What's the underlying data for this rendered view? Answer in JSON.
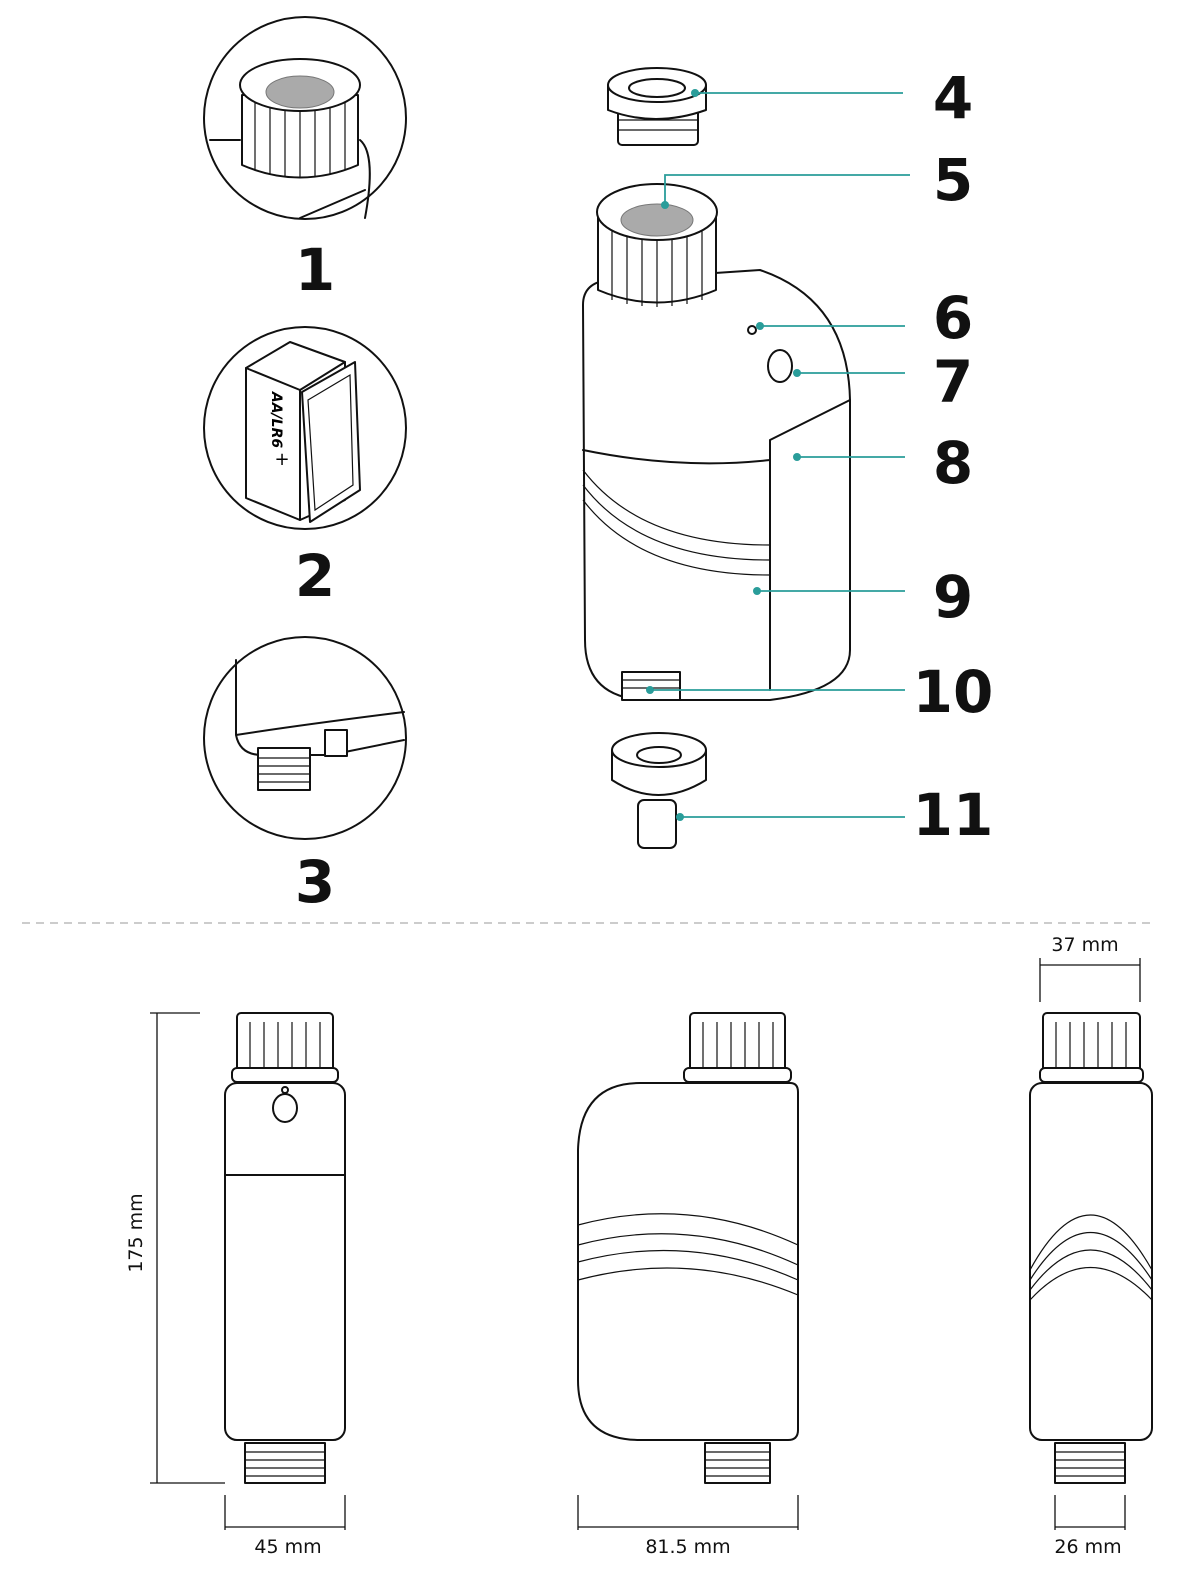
{
  "parts": {
    "inset_labels": [
      "1",
      "2",
      "3"
    ],
    "callouts": [
      "4",
      "5",
      "6",
      "7",
      "8",
      "9",
      "10",
      "11"
    ],
    "battery_text": "AA/LR6",
    "battery_polarity": "+"
  },
  "dimensions": {
    "height": "175 mm",
    "front_width": "45 mm",
    "side_width": "81.5 mm",
    "top_width": "37 mm",
    "thread_width": "26 mm"
  },
  "colors": {
    "accent": "#2a9d9a",
    "line": "#111111"
  }
}
